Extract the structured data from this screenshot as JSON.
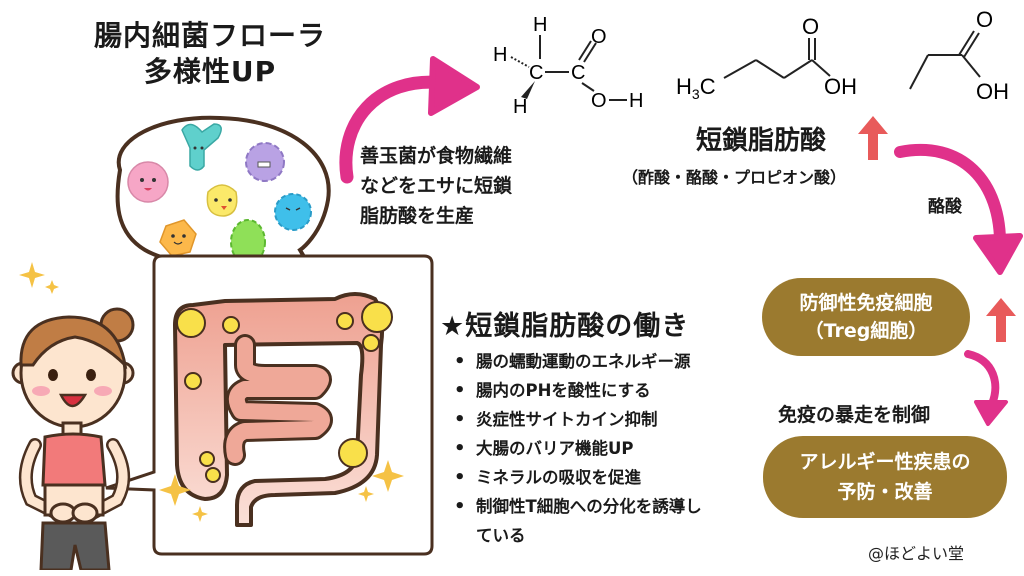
{
  "header": {
    "title_line1": "腸内細菌フローラ",
    "title_line2": "多様性UP"
  },
  "production_note": {
    "line1": "善玉菌が食物繊維",
    "line2": "などをエサに短鎖",
    "line3": "脂肪酸を生産"
  },
  "molecules": {
    "acetic_acid": {
      "atoms": [
        "H",
        "H",
        "H",
        "C",
        "C",
        "O",
        "O",
        "H"
      ]
    },
    "butyric_acid": {
      "left": "H3C",
      "top": "O",
      "right": "OH"
    },
    "propionic_acid": {
      "top": "O",
      "right": "OH"
    }
  },
  "scfa": {
    "title": "短鎖脂肪酸",
    "subtitle": "（酢酸・酪酸・プロピオン酸）",
    "trend_icon": "up-arrow"
  },
  "butyrate_label": "酪酸",
  "functions": {
    "heading": "★短鎖脂肪酸の働き",
    "items": [
      "腸の蠕動運動のエネルギー源",
      "腸内のPHを酸性にする",
      "炎症性サイトカイン抑制",
      "大腸のバリア機能UP",
      "ミネラルの吸収を促進",
      "制御性T細胞への分化を誘導している"
    ],
    "item6_line1": "制御性T細胞への分化を誘導し",
    "item6_line2": "ている"
  },
  "treg_pill": {
    "line1": "防御性免疫細胞",
    "line2": "（Treg細胞）"
  },
  "immune_label": "免疫の暴走を制御",
  "allergy_pill": {
    "line1": "アレルギー性疾患の",
    "line2": "予防・改善"
  },
  "credit": "@ほどよい堂",
  "colors": {
    "pill_brown": "#9b7a2f",
    "arrow_magenta": "#e0318a",
    "arrow_red": "#e85a5a",
    "intestine_pink": "#efa898",
    "outline_brown": "#4a3020",
    "sparkle_gold": "#f5c245"
  }
}
